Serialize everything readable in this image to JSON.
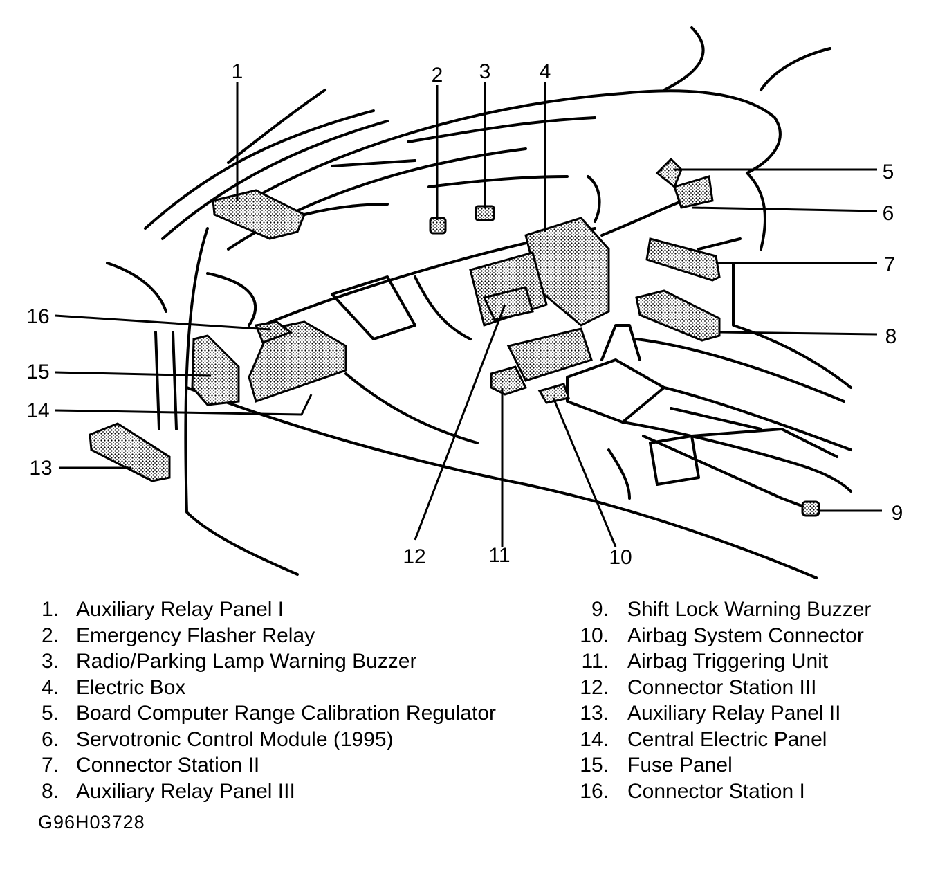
{
  "diagram": {
    "callout_numbers": [
      "1",
      "2",
      "3",
      "4",
      "5",
      "6",
      "7",
      "8",
      "9",
      "10",
      "11",
      "12",
      "13",
      "14",
      "15",
      "16"
    ]
  },
  "legend": {
    "left": [
      {
        "num": "1.",
        "text": "Auxiliary Relay Panel I"
      },
      {
        "num": "2.",
        "text": "Emergency Flasher Relay"
      },
      {
        "num": "3.",
        "text": "Radio/Parking Lamp Warning Buzzer"
      },
      {
        "num": "4.",
        "text": "Electric Box"
      },
      {
        "num": "5.",
        "text": "Board Computer Range Calibration Regulator"
      },
      {
        "num": "6.",
        "text": "Servotronic Control Module (1995)"
      },
      {
        "num": "7.",
        "text": "Connector Station II"
      },
      {
        "num": "8.",
        "text": "Auxiliary Relay Panel III"
      }
    ],
    "right": [
      {
        "num": "9.",
        "text": "Shift Lock Warning Buzzer"
      },
      {
        "num": "10.",
        "text": "Airbag System Connector"
      },
      {
        "num": "11.",
        "text": "Airbag Triggering Unit"
      },
      {
        "num": "12.",
        "text": "Connector Station III"
      },
      {
        "num": "13.",
        "text": "Auxiliary Relay Panel II"
      },
      {
        "num": "14.",
        "text": "Central Electric Panel"
      },
      {
        "num": "15.",
        "text": "Fuse Panel"
      },
      {
        "num": "16.",
        "text": "Connector Station I"
      }
    ]
  },
  "figure_code": "G96H03728"
}
